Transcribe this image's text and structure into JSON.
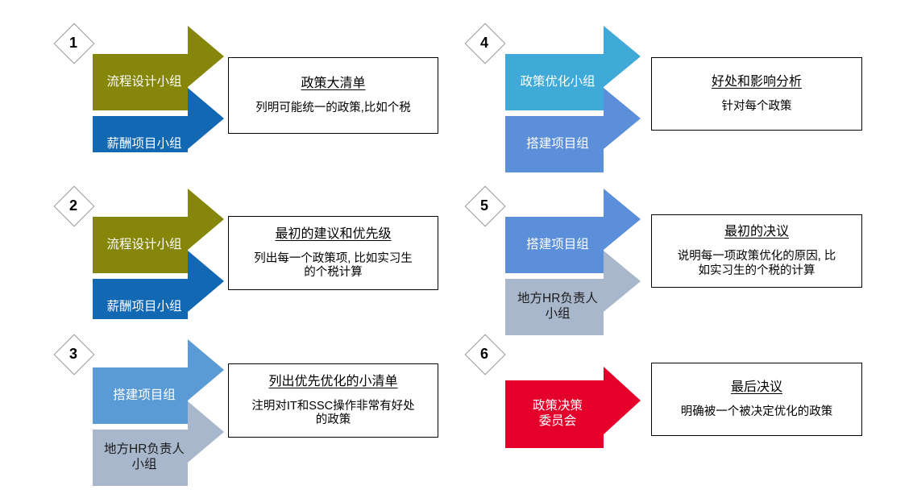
{
  "diagram": {
    "title": "policy-optimization-process",
    "colors": {
      "olive": "#86860B",
      "strong_blue": "#1268B3",
      "medium_blue": "#5B9BD5",
      "gray_blue": "#A9B7CC",
      "cyan_blue": "#3FAAD8",
      "royal_blue": "#5B8FD9",
      "red": "#E4002B",
      "badge_border": "#9A9A9A",
      "box_border": "#000000"
    },
    "steps": [
      {
        "number": "1",
        "arrows": [
          {
            "label": "流程设计小组",
            "color": "#86860B",
            "text_color": "light"
          },
          {
            "label": "薪酬项目小组",
            "color": "#1268B3",
            "text_color": "light"
          }
        ],
        "box": {
          "title": "政策大清单",
          "body": "列明可能统一的政策,比如个税"
        }
      },
      {
        "number": "2",
        "arrows": [
          {
            "label": "流程设计小组",
            "color": "#86860B",
            "text_color": "light"
          },
          {
            "label": "薪酬项目小组",
            "color": "#1268B3",
            "text_color": "light"
          }
        ],
        "box": {
          "title": "最初的建议和优先级",
          "body": "列出每一个政策项, 比如实习生\n的个税计算"
        }
      },
      {
        "number": "3",
        "arrows": [
          {
            "label": "搭建项目组",
            "color": "#5B9BD5",
            "text_color": "light"
          },
          {
            "label": "地方HR负责人\n小组",
            "color": "#A9B7CC",
            "text_color": "dark"
          }
        ],
        "box": {
          "title": "列出优先优化的小清单",
          "body": "注明对IT和SSC操作非常有好处\n的政策"
        }
      },
      {
        "number": "4",
        "arrows": [
          {
            "label": "政策优化小组",
            "color": "#3FAAD8",
            "text_color": "light"
          },
          {
            "label": "搭建项目组",
            "color": "#5B8FD9",
            "text_color": "light"
          }
        ],
        "box": {
          "title": "好处和影响分析",
          "body": "针对每个政策"
        }
      },
      {
        "number": "5",
        "arrows": [
          {
            "label": "搭建项目组",
            "color": "#5B8FD9",
            "text_color": "light"
          },
          {
            "label": "地方HR负责人\n小组",
            "color": "#A9B7CC",
            "text_color": "dark"
          }
        ],
        "box": {
          "title": "最初的决议",
          "body": "说明每一项政策优化的原因, 比\n如实习生的个税的计算"
        }
      },
      {
        "number": "6",
        "arrows": [
          {
            "label": "政策决策\n委员会",
            "color": "#E4002B",
            "text_color": "light"
          }
        ],
        "box": {
          "title": "最后决议",
          "body": "明确被一个被决定优化的政策"
        }
      }
    ]
  }
}
